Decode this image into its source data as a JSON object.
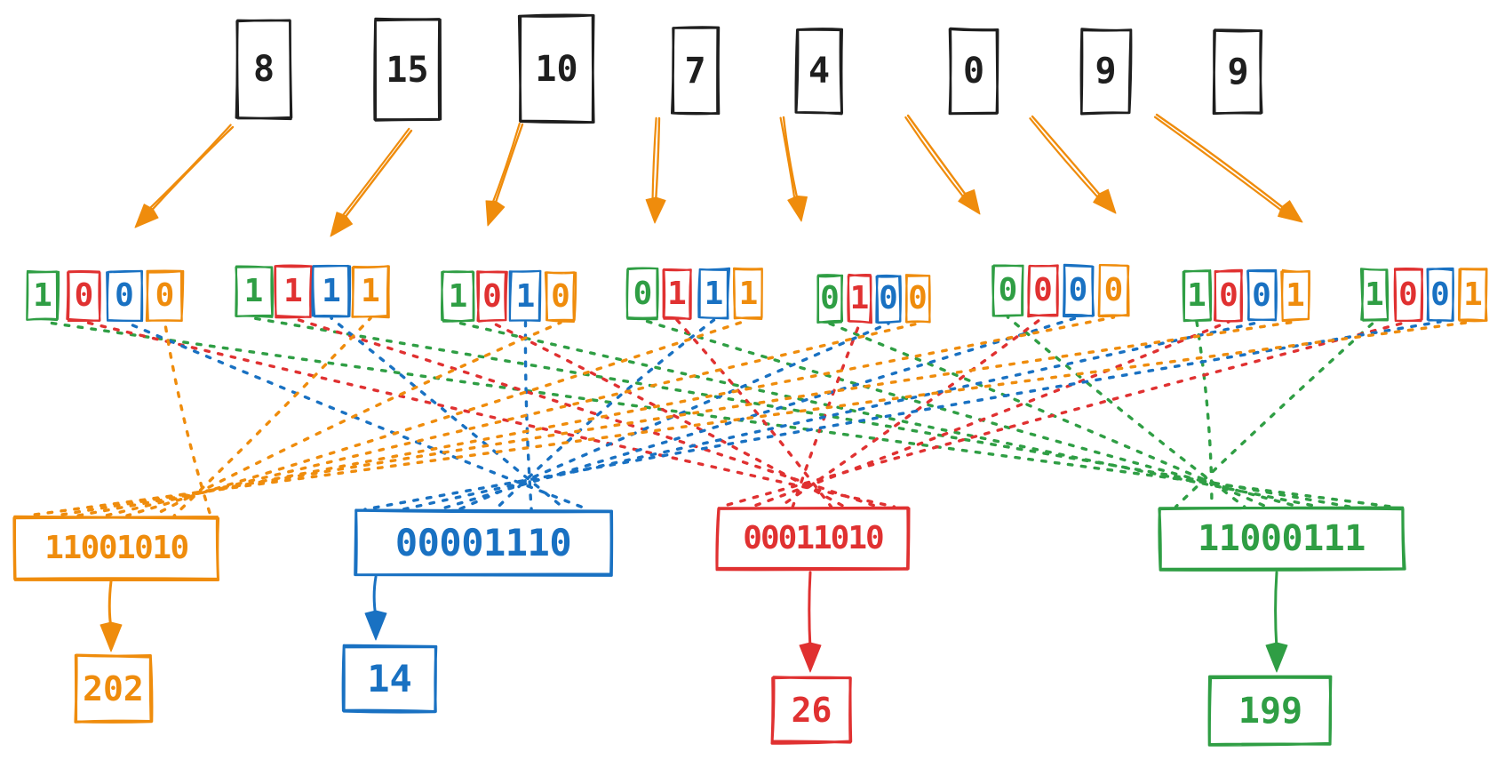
{
  "palette": {
    "ink": "#1e1e1e",
    "orange": "#ef8c0c",
    "blue": "#1971c2",
    "red": "#e03131",
    "green": "#2f9e44",
    "background": "#ffffff"
  },
  "inputs": [
    {
      "value": "8",
      "bits": [
        "1",
        "0",
        "0",
        "0"
      ]
    },
    {
      "value": "15",
      "bits": [
        "1",
        "1",
        "1",
        "1"
      ]
    },
    {
      "value": "10",
      "bits": [
        "1",
        "0",
        "1",
        "0"
      ]
    },
    {
      "value": "7",
      "bits": [
        "0",
        "1",
        "1",
        "1"
      ]
    },
    {
      "value": "4",
      "bits": [
        "0",
        "1",
        "0",
        "0"
      ]
    },
    {
      "value": "0",
      "bits": [
        "0",
        "0",
        "0",
        "0"
      ]
    },
    {
      "value": "9",
      "bits": [
        "1",
        "0",
        "0",
        "1"
      ]
    },
    {
      "value": "9",
      "bits": [
        "1",
        "0",
        "0",
        "1"
      ]
    }
  ],
  "bit_lane_colors": [
    "green",
    "red",
    "blue",
    "orange"
  ],
  "outputs": [
    {
      "color": "orange",
      "binary": "11001010",
      "decimal": "202"
    },
    {
      "color": "blue",
      "binary": "00001110",
      "decimal": "14"
    },
    {
      "color": "red",
      "binary": "00011010",
      "decimal": "26"
    },
    {
      "color": "green",
      "binary": "11000111",
      "decimal": "199"
    }
  ]
}
